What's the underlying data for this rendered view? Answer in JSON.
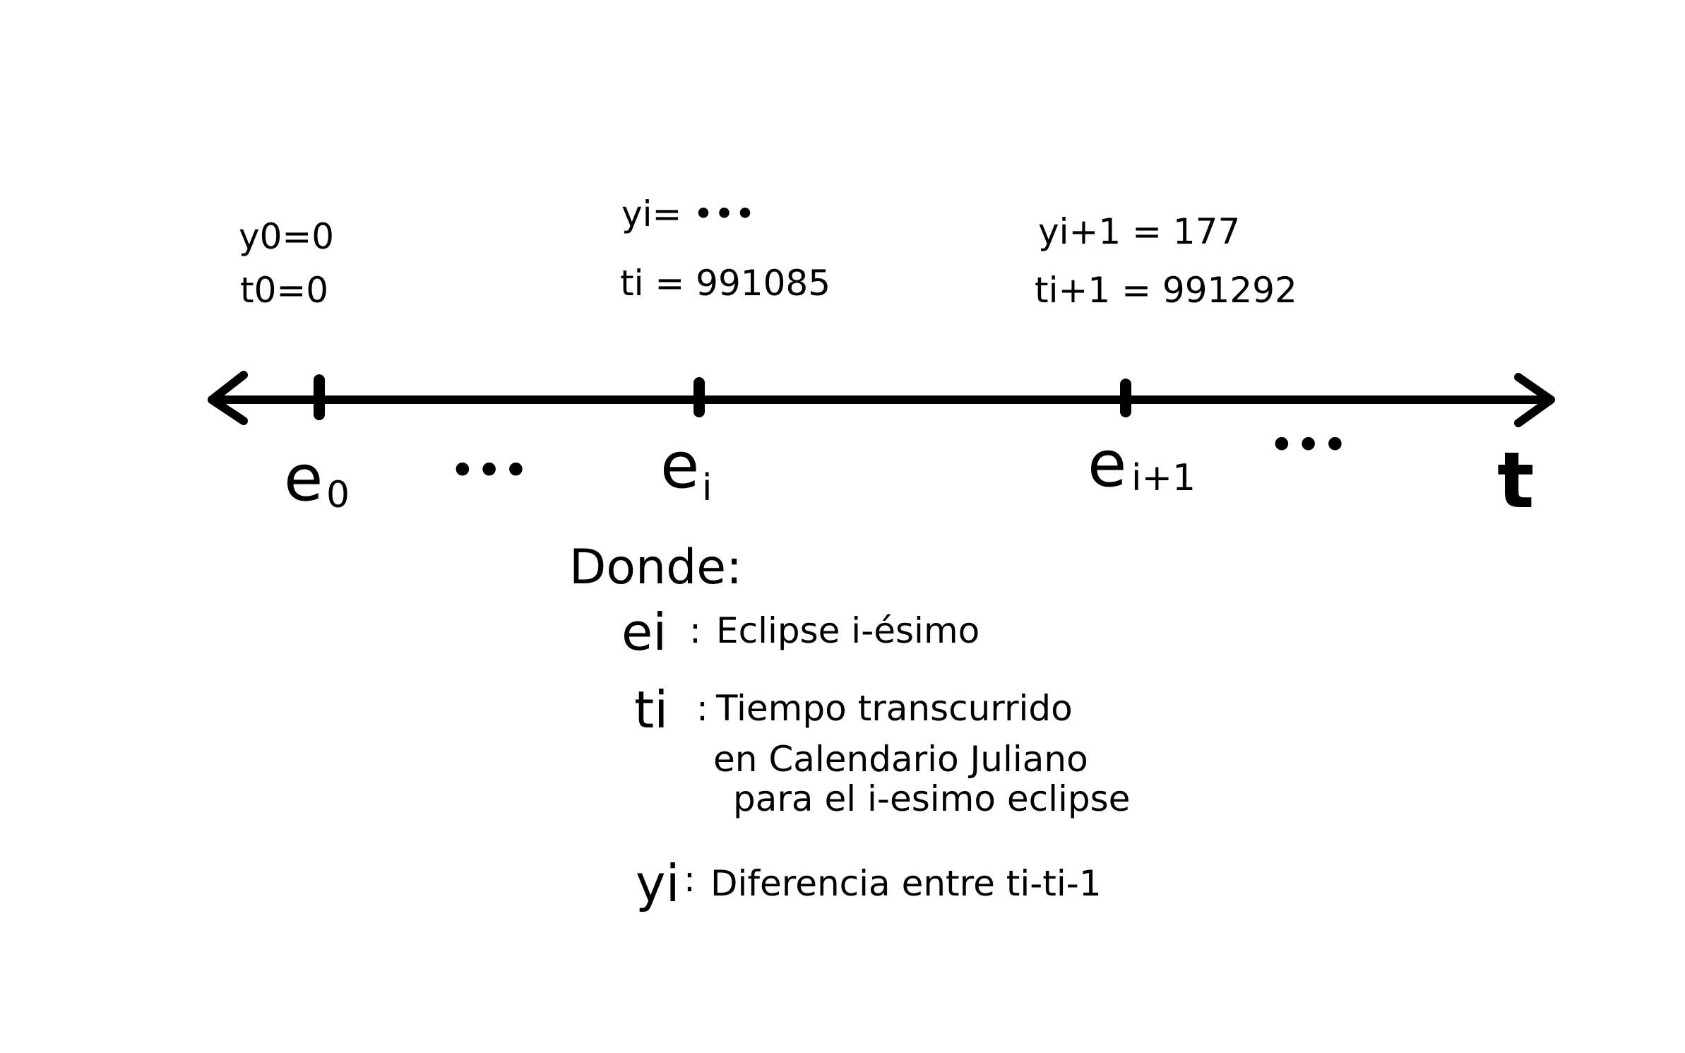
{
  "timeline": {
    "axis_label": "t",
    "ellipsis": "•••",
    "events": [
      {
        "id": "e0",
        "symbol": "e",
        "subscript": "0",
        "y_label": "y0=0",
        "t_label": "t0=0"
      },
      {
        "id": "ei",
        "symbol": "e",
        "subscript": "i",
        "y_label": "yi= •••",
        "t_label": "ti = 991085"
      },
      {
        "id": "ei1",
        "symbol": "e",
        "subscript": "i+1",
        "y_label": "yi+1 = 177",
        "t_label": "ti+1 = 991292"
      }
    ]
  },
  "legend": {
    "heading": "Donde:",
    "items": [
      {
        "symbol": "ei",
        "text_lines": [
          "Eclipse i-ésimo"
        ]
      },
      {
        "symbol": "ti",
        "text_lines": [
          "Tiempo transcurrido",
          "en Calendario Juliano",
          "para el i-esimo eclipse"
        ]
      },
      {
        "symbol": "yi",
        "text_lines": [
          "Diferencia entre ti-ti-1"
        ]
      }
    ]
  }
}
